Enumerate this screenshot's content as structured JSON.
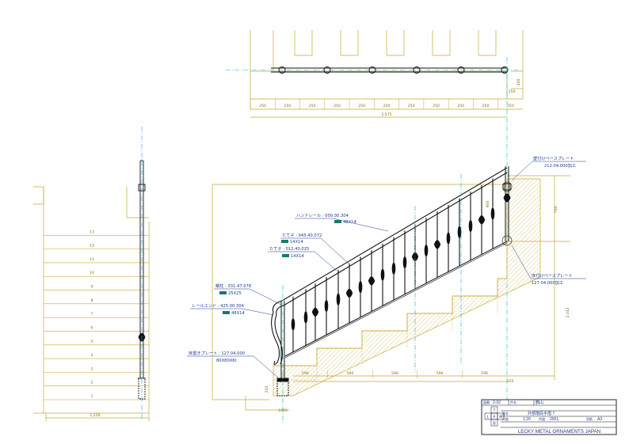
{
  "plan_view": {
    "spacing_labels": [
      "250",
      "250",
      "250",
      "250",
      "250",
      "250",
      "250",
      "250",
      "250",
      "250",
      "250"
    ],
    "total_label": "2,575",
    "side_dim_1": "200",
    "side_dim_2": "250"
  },
  "side_view": {
    "step_numbers": [
      "13",
      "12",
      "11",
      "10",
      "9",
      "8",
      "7",
      "6",
      "5",
      "4",
      "3",
      "2",
      "1"
    ],
    "width_label": "1,220"
  },
  "elevation": {
    "callouts": {
      "handrail": {
        "label": "ハンドレール : 000.30.304",
        "spec": "48X14"
      },
      "baluster_a": {
        "label": "たて子 : 045.40.072",
        "spec": "14X14"
      },
      "baluster_b": {
        "label": "たて子 : 012.40.025",
        "spec": "14X14"
      },
      "newel": {
        "label": "親柱 : 331.47.078",
        "spec": "25X25"
      },
      "rail_end": {
        "label": "レールエンド : 425.00.304",
        "spec": "48X14"
      },
      "floor_plate": {
        "label": "床置きプレート : 127.04.000",
        "spec": "80X80X6t"
      },
      "wall_plate": {
        "label": "壁付けベースプレート",
        "spec": "212.04.000加工"
      },
      "floor_base_plate": {
        "label": "床付けベースプレート",
        "spec": "127.04.000加工"
      }
    },
    "bottom_dims": [
      "596",
      "596",
      "596",
      "596",
      "596"
    ],
    "dim_105": "105",
    "dim_left_1": "220",
    "dim_left_2": "1010",
    "right_dim_1": "700",
    "right_dim_2": "2,342",
    "rail_dim": "900"
  },
  "title_block": {
    "drawing_no_label": "図番",
    "drawing_no": "2-02",
    "client_label": "件名",
    "client": "鶴山",
    "title_label": "図名",
    "title": "外部階段手摺 7",
    "scale_label": "尺度",
    "scale": "1:20",
    "date_label": "作図",
    "date": "2001.",
    "size_label": "用紙",
    "size": "A3",
    "view_marks": [
      "T",
      "F",
      "R",
      "L",
      "B"
    ],
    "company": "LECKY METAL ORNAMENTS JAPAN"
  }
}
